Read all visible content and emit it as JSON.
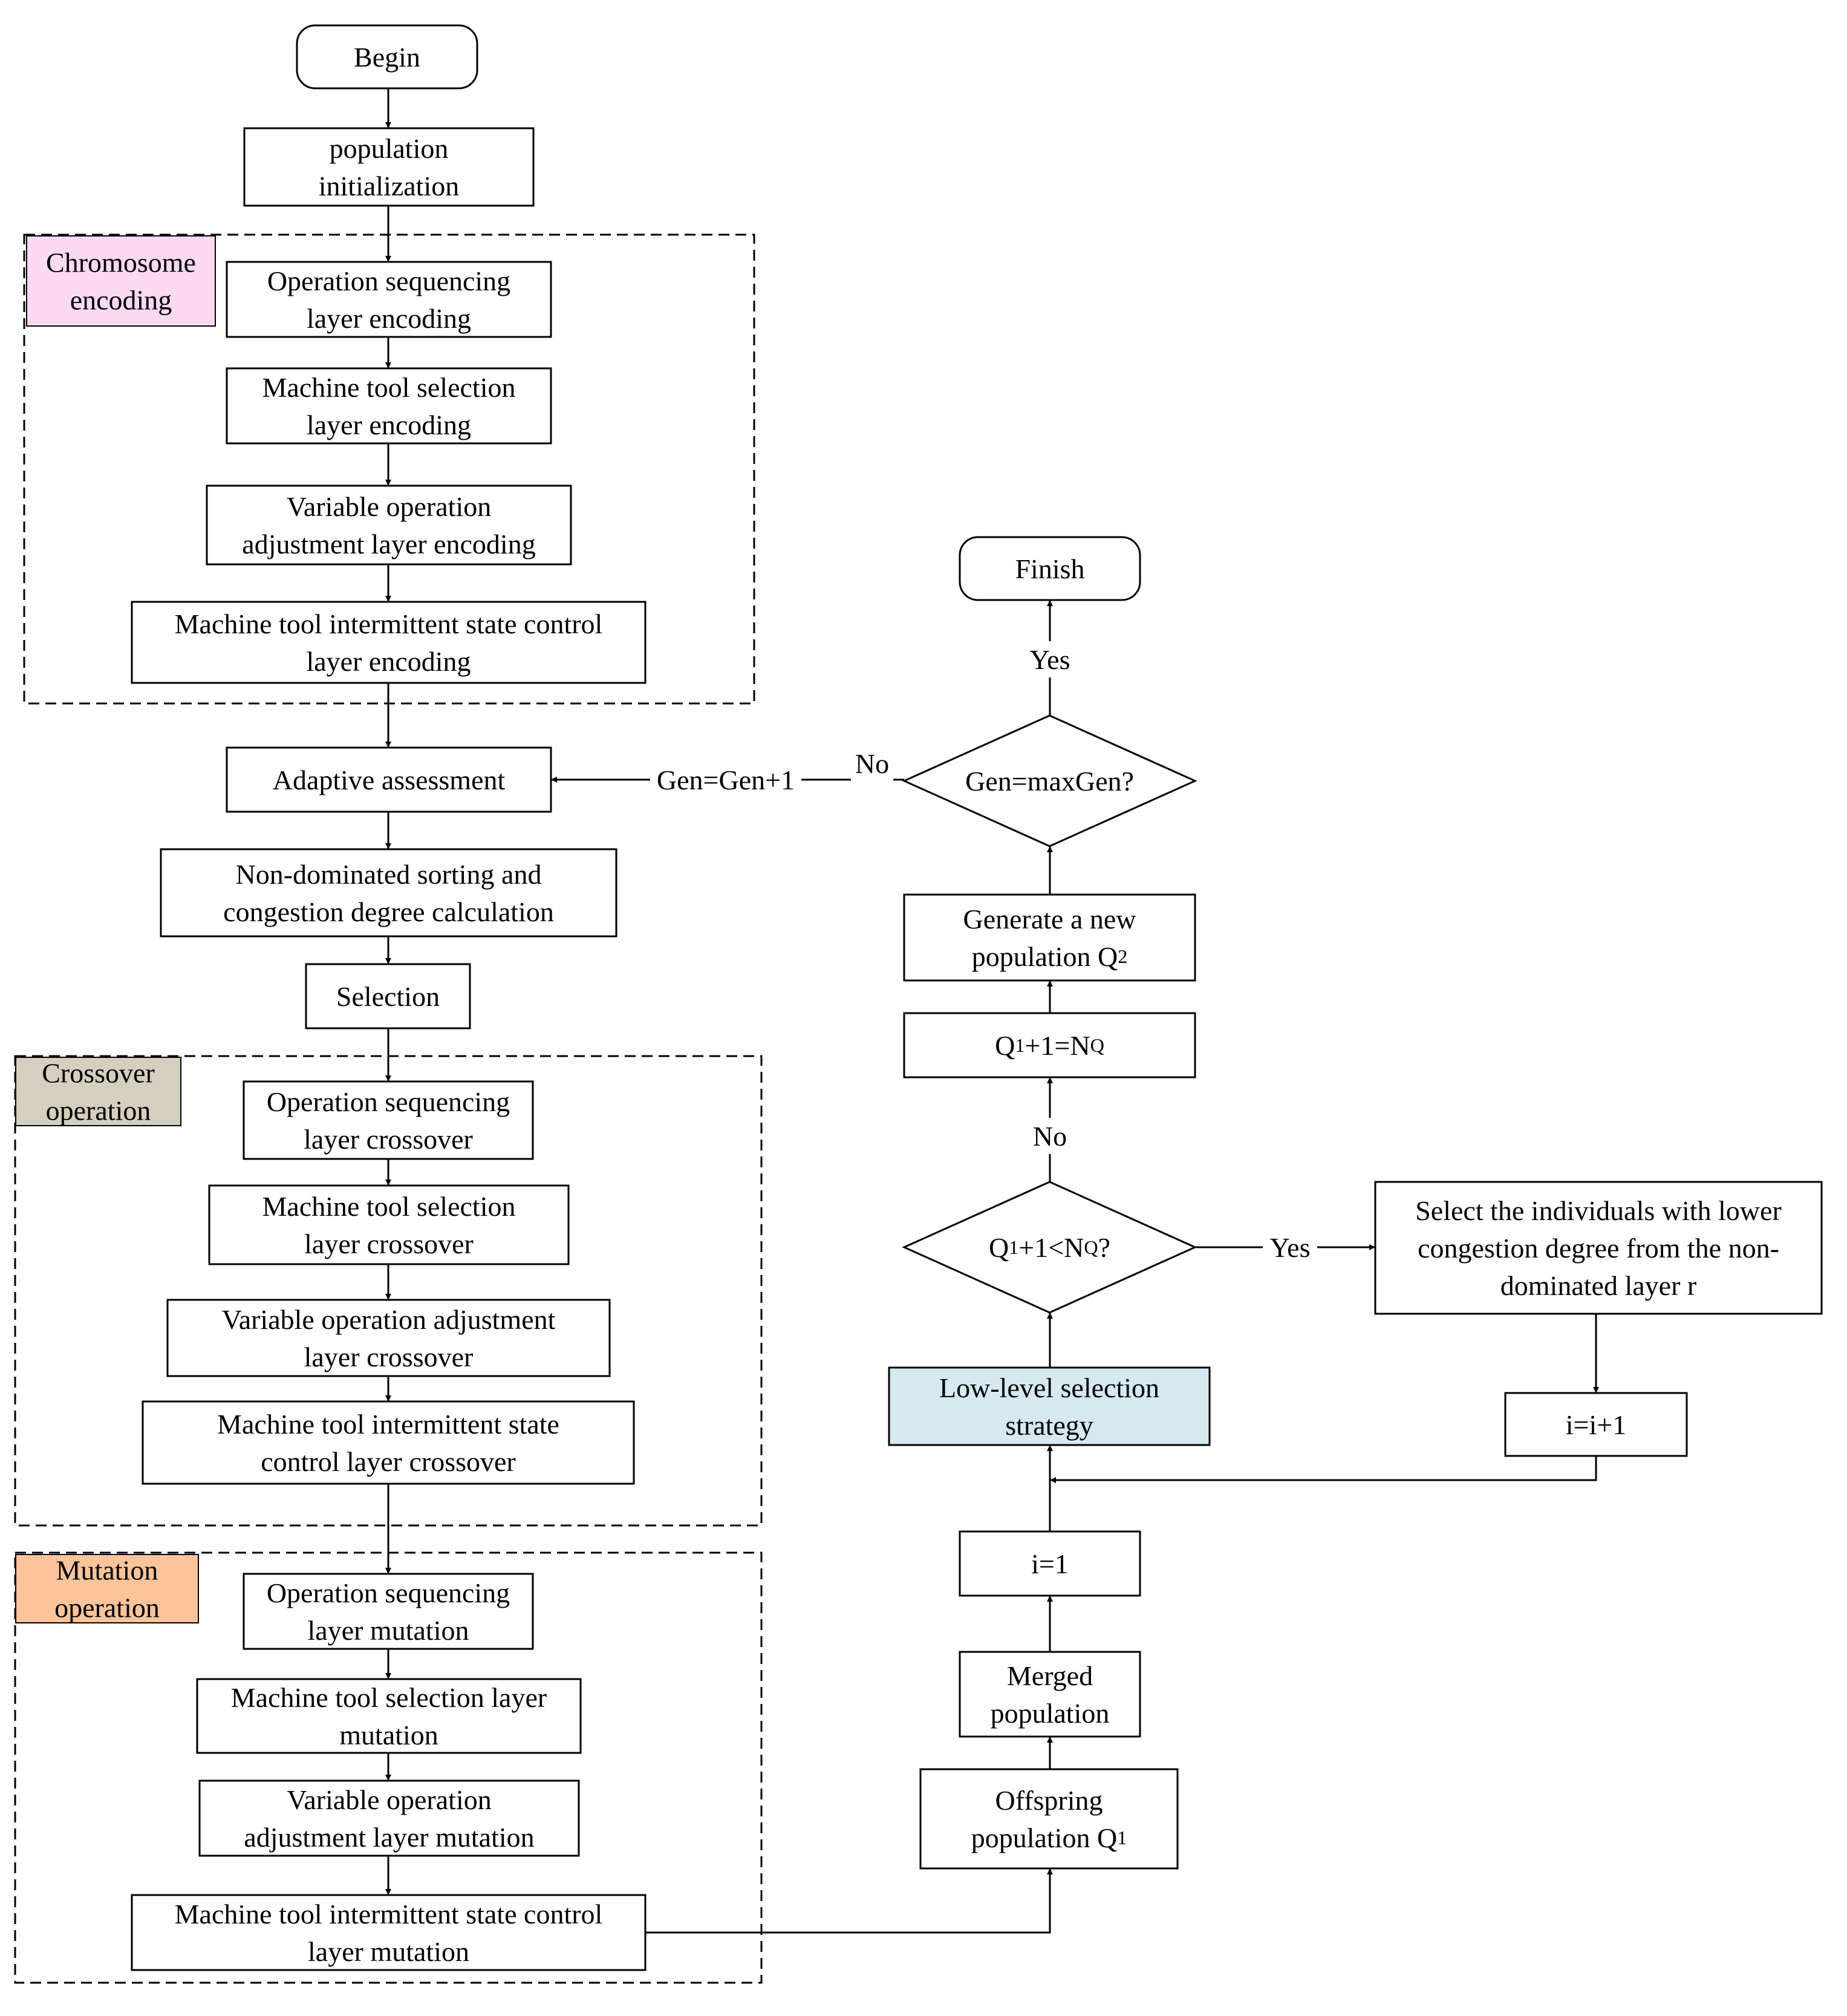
{
  "diagram": {
    "nodes": {
      "begin": [
        "Begin"
      ],
      "pop_init": [
        "population",
        "initialization"
      ],
      "enc1": [
        "Operation sequencing",
        "layer encoding"
      ],
      "enc2": [
        "Machine tool selection",
        "layer encoding"
      ],
      "enc3": [
        "Variable operation",
        "adjustment layer encoding"
      ],
      "enc4": [
        "Machine tool intermittent state control",
        "layer encoding"
      ],
      "adaptive": [
        "Adaptive assessment"
      ],
      "nondom": [
        "Non-dominated sorting and",
        "congestion degree calculation"
      ],
      "selection": [
        "Selection"
      ],
      "cx1": [
        "Operation sequencing",
        "layer crossover"
      ],
      "cx2": [
        "Machine tool selection",
        "layer crossover"
      ],
      "cx3": [
        "Variable operation adjustment",
        "layer crossover"
      ],
      "cx4": [
        "Machine tool intermittent state",
        "control layer crossover"
      ],
      "mu1": [
        "Operation sequencing",
        "layer mutation"
      ],
      "mu2": [
        "Machine tool selection layer",
        "mutation"
      ],
      "mu3": [
        "Variable operation",
        "adjustment layer mutation"
      ],
      "mu4": [
        "Machine tool intermittent state control",
        "layer mutation"
      ],
      "offspring": [
        "Offspring",
        "population Q1"
      ],
      "merged": [
        "Merged",
        "population"
      ],
      "i1": [
        "i=1"
      ],
      "lowlevel": [
        "Low-level selection",
        "strategy"
      ],
      "dec_q": [
        "Q1+1<NQ?"
      ],
      "select_ind": [
        "Select the individuals with lower",
        "congestion degree from the non-",
        "dominated layer r"
      ],
      "iinc": [
        "i=i+1"
      ],
      "qeq": [
        "Q1+1=NQ"
      ],
      "newpop": [
        "Generate a new",
        "population Q2"
      ],
      "dec_gen": [
        "Gen=maxGen?"
      ],
      "finish": [
        "Finish"
      ]
    },
    "groups": {
      "chromosome": [
        "Chromosome",
        "encoding"
      ],
      "crossover": [
        "Crossover",
        "operation"
      ],
      "mutation": [
        "Mutation",
        "operation"
      ]
    },
    "edge_labels": {
      "gen_inc": "Gen=Gen+1",
      "no_gen": "No",
      "yes_gen": "Yes",
      "no_q": "No",
      "yes_q": "Yes"
    },
    "colors": {
      "chromosome": "#fcd9f3",
      "crossover": "#d4cfbe",
      "mutation": "#fbc49b",
      "lowlevel": "#d6e9f0",
      "stroke": "#000000",
      "fill": "#ffffff"
    }
  }
}
